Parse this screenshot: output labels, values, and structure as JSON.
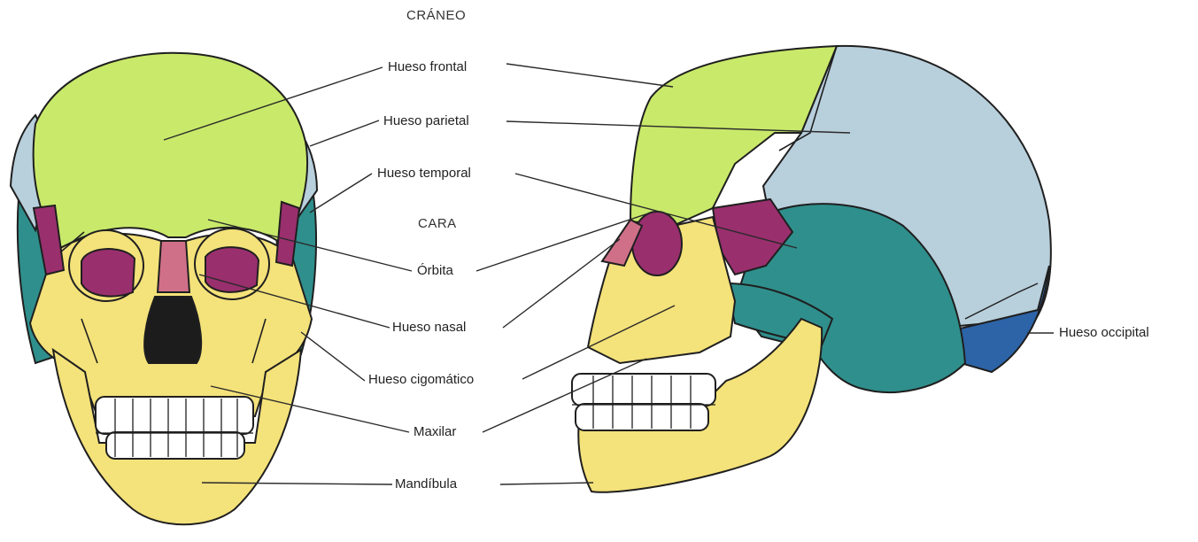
{
  "headings": {
    "cranium": "CRÁNEO",
    "face": "CARA"
  },
  "labels": {
    "frontal": "Hueso frontal",
    "parietal": "Hueso parietal",
    "temporal": "Hueso temporal",
    "orbit": "Órbita",
    "nasal": "Hueso nasal",
    "zygomatic": "Hueso cigomático",
    "maxilla": "Maxilar",
    "mandible": "Mandíbula",
    "occipital": "Hueso occipital"
  },
  "colors": {
    "frontal": "#c9e96a",
    "parietal": "#b8cfdc",
    "temporal": "#2f8f8c",
    "sphenoid": "#9a2f6e",
    "face_bones": "#f4e27a",
    "occipital": "#2d64a8",
    "nasal": "#d07088",
    "outline": "#1f1f1f"
  }
}
